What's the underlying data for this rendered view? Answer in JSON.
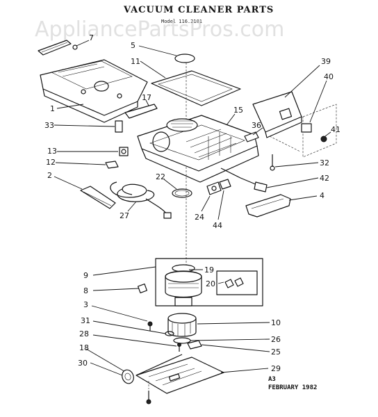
{
  "header": {
    "title": "VACUUM CLEANER PARTS",
    "model_line": "Model 116.2101",
    "watermark": "AppliancePartsPros.com"
  },
  "footer": {
    "code": "A3",
    "date": "FEBRUARY 1982"
  },
  "callouts": {
    "c1": "1",
    "c2": "2",
    "c3": "3",
    "c4": "4",
    "c5": "5",
    "c7": "7",
    "c8": "8",
    "c9": "9",
    "c10": "10",
    "c11": "11",
    "c12": "12",
    "c13": "13",
    "c15": "15",
    "c17": "17",
    "c18": "18",
    "c19": "19",
    "c20": "20",
    "c22": "22",
    "c24": "24",
    "c25": "25",
    "c26": "26",
    "c27": "27",
    "c28": "28",
    "c29": "29",
    "c30": "30",
    "c31": "31",
    "c32": "32",
    "c33": "33",
    "c36": "36",
    "c39": "39",
    "c40": "40",
    "c41": "41",
    "c42": "42",
    "c44": "44"
  }
}
